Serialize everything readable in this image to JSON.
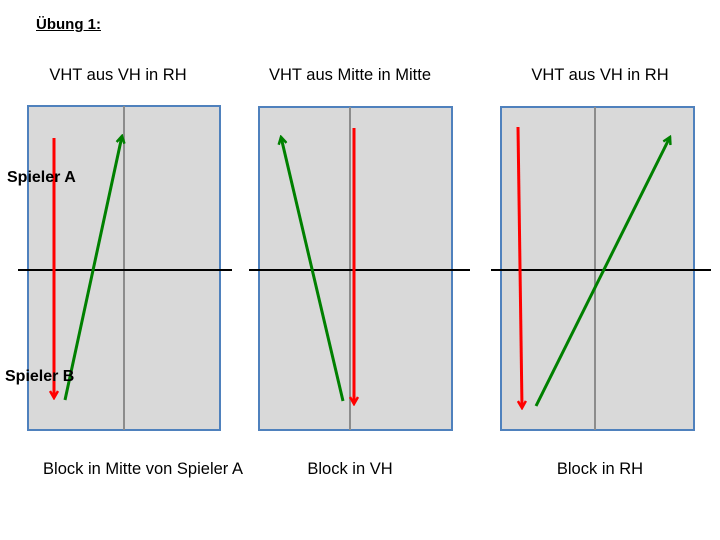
{
  "title": "Übung 1:",
  "players": {
    "a": "Spieler A",
    "b": "Spieler B"
  },
  "panels": [
    {
      "heading": "VHT aus VH in RH",
      "caption": "Block in Mitte von Spieler A"
    },
    {
      "heading": "VHT aus Mitte in Mitte",
      "caption": "Block in VH"
    },
    {
      "heading": "VHT aus VH in RH",
      "caption": "Block in RH"
    }
  ],
  "colors": {
    "table_fill": "#d9d9d9",
    "table_border": "#4f81bd",
    "center_line": "#8c8c8c",
    "net": "#000000",
    "serve_arrow": "#008000",
    "block_arrow": "#ff0000"
  }
}
